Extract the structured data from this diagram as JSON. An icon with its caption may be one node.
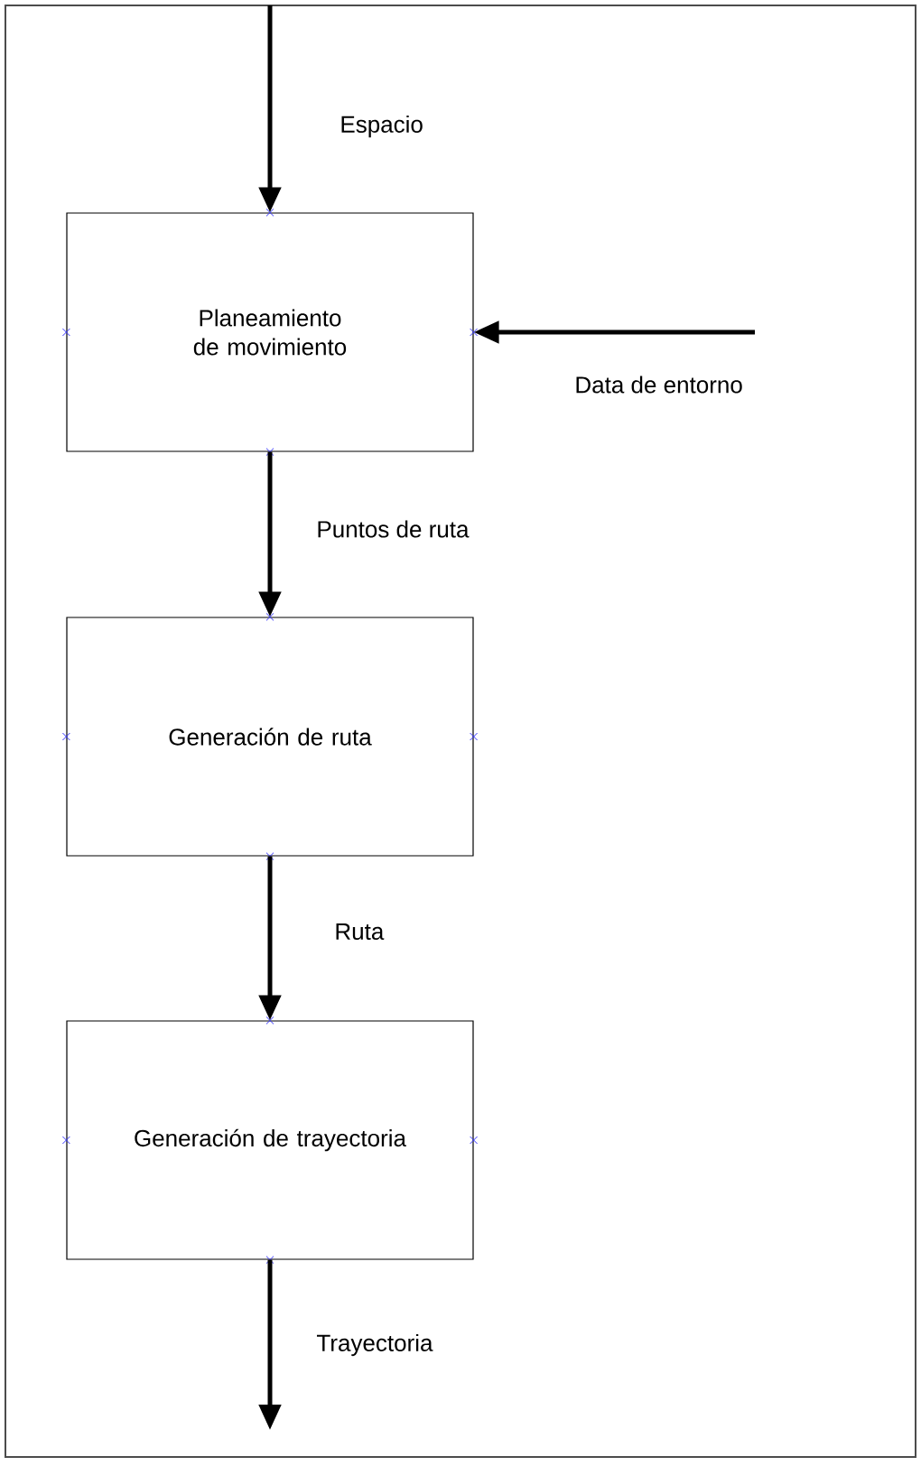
{
  "diagram": {
    "nodes": [
      {
        "text": [
          "Planeamiento de movimiento"
        ]
      },
      {
        "text": [
          "Generación de ruta"
        ]
      },
      {
        "text": [
          "Generación de trayectoria"
        ]
      }
    ],
    "edges": [
      {
        "from": null,
        "to": 0,
        "arrow": "to",
        "label": "Espacio"
      },
      {
        "from": null,
        "to": 0,
        "arrow": "to",
        "label": "Data de entorno"
      },
      {
        "from": 0,
        "to": 1,
        "arrow": "to",
        "label": "Puntos de ruta"
      },
      {
        "from": 1,
        "to": 2,
        "arrow": "to",
        "label": "Ruta"
      },
      {
        "from": 2,
        "to": null,
        "arrow": "to",
        "label": "Trayectoria"
      }
    ]
  }
}
